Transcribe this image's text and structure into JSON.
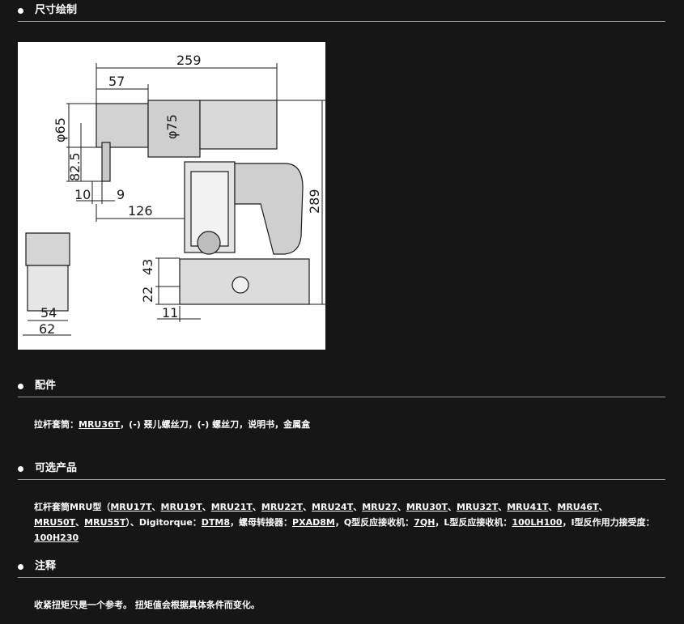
{
  "sections": {
    "drawing": {
      "title": "尺寸绘制"
    },
    "accessories": {
      "title": "配件",
      "prefix": "拉杆套筒：",
      "link": "MRU36T",
      "suffix": "，(-) 叕儿螺丝刀，(-) 螺丝刀，说明书，金属盒"
    },
    "optional": {
      "title": "可选产品",
      "items": [
        {
          "text": "杠杆套筒MRU型（"
        },
        {
          "link": "MRU17T"
        },
        {
          "text": "、"
        },
        {
          "link": "MRU19T"
        },
        {
          "text": "、"
        },
        {
          "link": "MRU21T"
        },
        {
          "text": "、"
        },
        {
          "link": "MRU22T"
        },
        {
          "text": "、"
        },
        {
          "link": "MRU24T"
        },
        {
          "text": "、"
        },
        {
          "link": "MRU27"
        },
        {
          "text": "、"
        },
        {
          "link": "MRU30T"
        },
        {
          "text": "、"
        },
        {
          "link": "MRU32T"
        },
        {
          "text": "、"
        },
        {
          "link": "MRU41T"
        },
        {
          "text": "、"
        },
        {
          "link": "MRU46T"
        },
        {
          "text": "、"
        },
        {
          "link": "MRU50T"
        },
        {
          "text": "、"
        },
        {
          "link": "MRU55T"
        },
        {
          "text": "）、Digitorque："
        },
        {
          "link": "DTM8"
        },
        {
          "text": "，螺母转接器："
        },
        {
          "link": "PXAD8M"
        },
        {
          "text": "，Q型反应接收机："
        },
        {
          "link": "7QH"
        },
        {
          "text": "，L型反应接收机："
        },
        {
          "link": "100LH100"
        },
        {
          "text": "，I型反作用力接受度："
        },
        {
          "link": "100H230"
        }
      ]
    },
    "notes": {
      "title": "注释",
      "text": "收紧扭矩只是一个参考。 扭矩值会根据具体条件而变化。"
    }
  },
  "dimensions": {
    "d259": "259",
    "d57": "57",
    "d65": "φ65",
    "d75": "φ75",
    "d825": "82.5",
    "d10": "10",
    "d9": "9",
    "d126": "126",
    "d289": "289",
    "d43": "43",
    "d22": "22",
    "d11": "11",
    "d54": "54",
    "d62": "62"
  }
}
